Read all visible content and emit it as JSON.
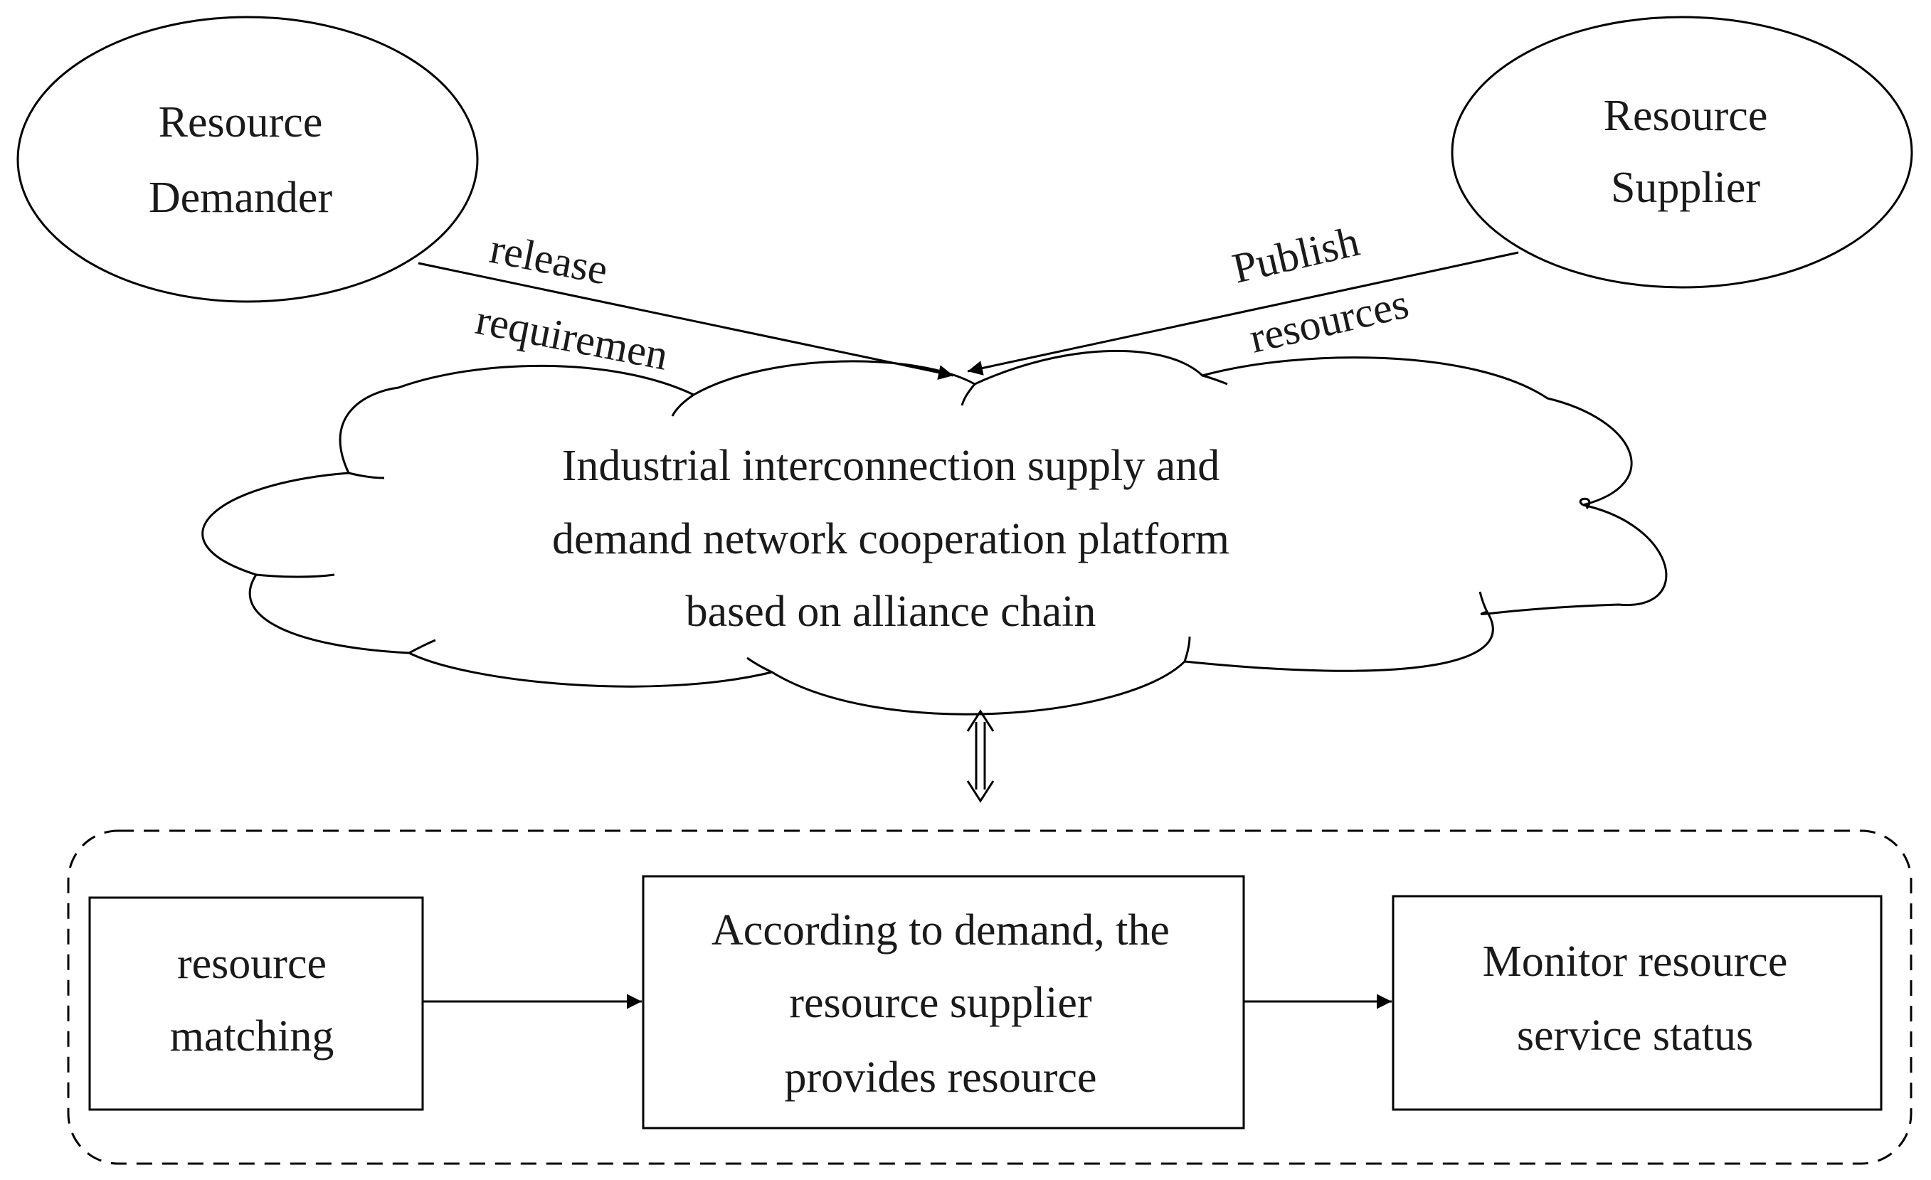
{
  "demander": {
    "line1": "Resource",
    "line2": "Demander"
  },
  "supplier": {
    "line1": "Resource",
    "line2": "Supplier"
  },
  "release_arrow": {
    "line1": "release",
    "line2": "requiremen"
  },
  "publish_arrow": {
    "line1": "Publish",
    "line2": "resources"
  },
  "platform": {
    "line1": "Industrial interconnection supply and",
    "line2": "demand network cooperation platform",
    "line3": "based on alliance chain"
  },
  "process": {
    "step1": {
      "line1": "resource",
      "line2": "matching"
    },
    "step2": {
      "line1": "According to demand, the",
      "line2": "resource supplier",
      "line3": "provides resource"
    },
    "step3": {
      "line1": "Monitor resource",
      "line2": "service status"
    }
  }
}
